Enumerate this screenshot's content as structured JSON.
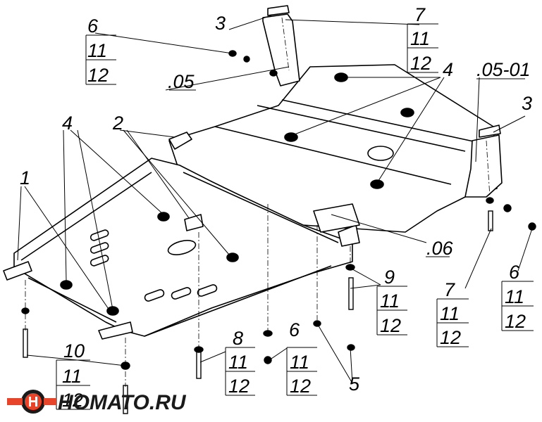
{
  "callouts": {
    "c1": "1",
    "c2": "2",
    "c3a": "3",
    "c3b": "3",
    "c4a": "4",
    "c4b": "4",
    "c05": ".05",
    "c0501": ".05-01",
    "c06": ".06",
    "c5": "5",
    "s6a": [
      "6",
      "11",
      "12"
    ],
    "s6b": [
      "6",
      "11",
      "12"
    ],
    "s6c": [
      "6",
      "11",
      "12"
    ],
    "s7a": [
      "7",
      "11",
      "12"
    ],
    "s7b": [
      "7",
      "11",
      "12"
    ],
    "s8": [
      "8",
      "11",
      "12"
    ],
    "s9": [
      "9",
      "11",
      "12"
    ],
    "s10": [
      "10",
      "11",
      "12"
    ]
  },
  "logo": {
    "text": "НОМАТО.RU",
    "accent": "#e8442a"
  },
  "colors": {
    "line": "#000000",
    "background": "#ffffff"
  }
}
